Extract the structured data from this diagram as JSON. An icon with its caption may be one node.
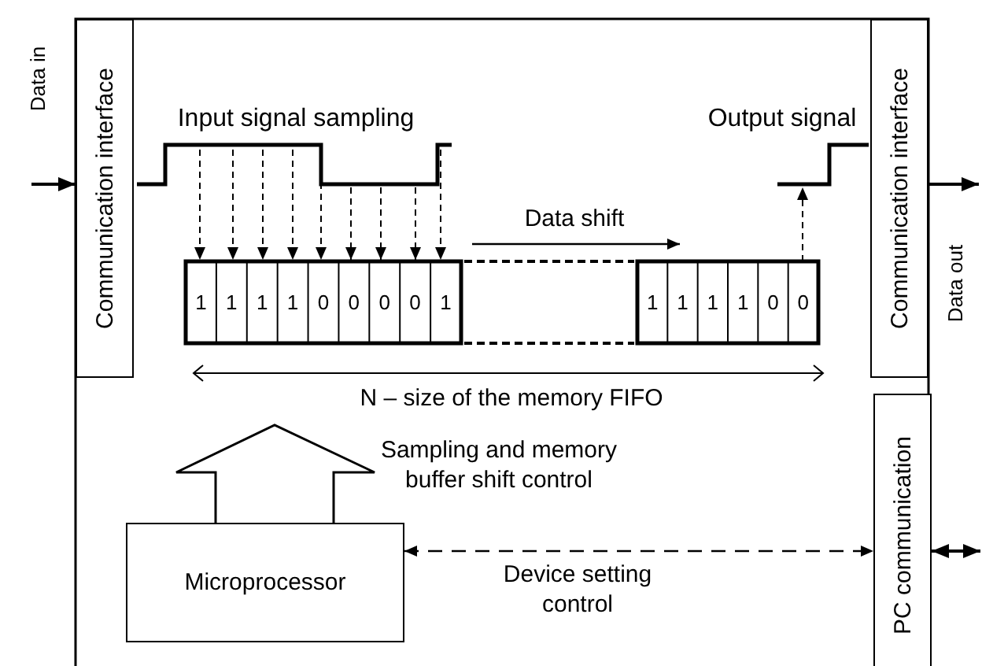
{
  "diagram": {
    "nodes": [
      {
        "text": [
          "Communication interface"
        ]
      },
      {
        "text": [
          "Communication interface"
        ]
      },
      {
        "text": [
          "PC communication"
        ]
      },
      {
        "text": [
          "Microprocessor"
        ]
      }
    ],
    "edges": [
      {
        "from": null,
        "to": 0,
        "arrow": "to",
        "label": "Data in"
      },
      {
        "from": 1,
        "to": null,
        "arrow": "to",
        "label": "Data out"
      },
      {
        "from": 2,
        "to": null,
        "arrow": "both"
      },
      {
        "from": 3,
        "to": 2,
        "arrow": "both",
        "style": "dashed",
        "label": "Device setting control"
      },
      {
        "from": 3,
        "to": null,
        "arrow": "to",
        "style": "thick",
        "label": "Sampling and memory buffer shift control"
      }
    ],
    "labels": [
      "Input signal sampling",
      "Output signal",
      "Data shift",
      "1",
      "1",
      "1",
      "1",
      "0",
      "0",
      "0",
      "0",
      "1",
      "1",
      "1",
      "1",
      "1",
      "0",
      "0",
      "N – size of the memory FIFO"
    ]
  }
}
